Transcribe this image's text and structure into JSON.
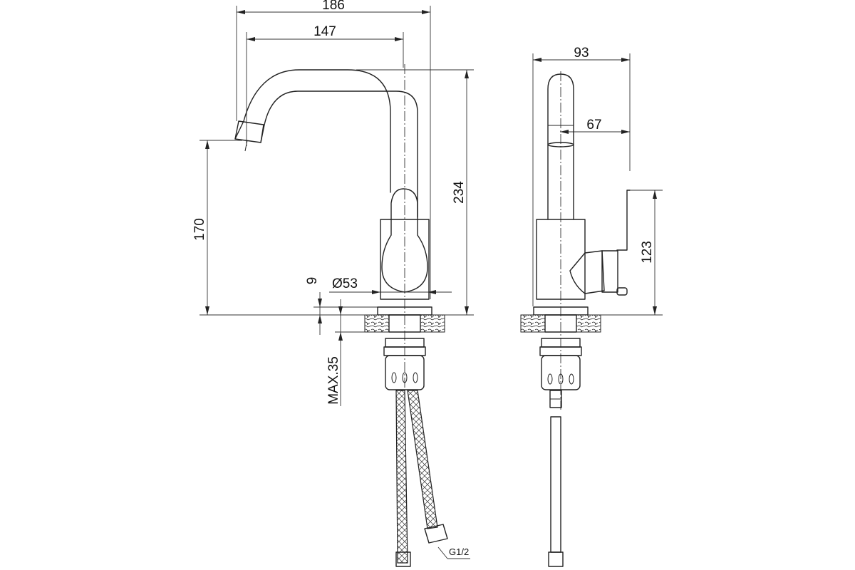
{
  "front_view": {
    "dimensions": {
      "overall_width": "186",
      "spout_reach": "147",
      "overall_height": "234",
      "spout_height": "170",
      "base_diameter": "Ø53",
      "base_offset": "9",
      "max_counter_thickness": "MAX.35"
    },
    "thread_label": "G1/2"
  },
  "side_view": {
    "dimensions": {
      "overall_depth": "93",
      "handle_offset": "67",
      "handle_height": "123"
    }
  }
}
